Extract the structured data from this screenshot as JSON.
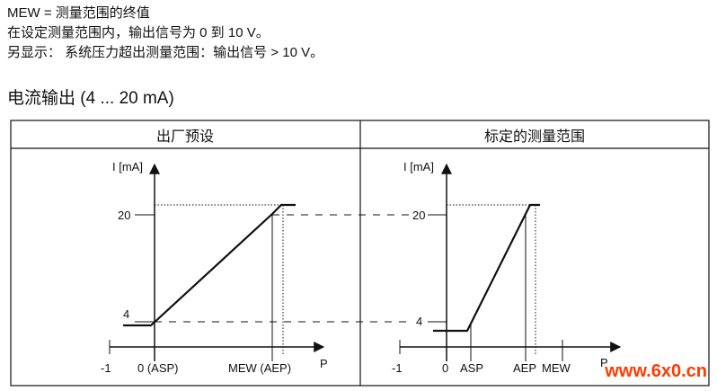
{
  "intro": {
    "line1": "MEW = 测量范围的终值",
    "line2": "在设定测量范围内，输出信号为 0 到 10 V。",
    "line3": "另显示： 系统压力超出测量范围：输出信号 > 10 V。"
  },
  "section_title": "电流输出 (4 ... 20 mA)",
  "panels": {
    "left": {
      "header": "出厂预设",
      "y_axis_label": "I [mA]",
      "x_axis_label": "P",
      "y_ticks": [
        "20",
        "4"
      ],
      "x_ticks": [
        "-1",
        "0 (ASP)",
        "MEW (AEP)"
      ]
    },
    "right": {
      "header": "标定的测量范围",
      "y_axis_label": "I [mA]",
      "x_axis_label": "P",
      "y_ticks": [
        "20",
        "4"
      ],
      "x_ticks": [
        "-1",
        "0",
        "ASP",
        "AEP",
        "MEW"
      ]
    }
  },
  "watermark": "www.6x0.cn",
  "colors": {
    "line": "#111111",
    "watermark": "#ff3b00"
  }
}
